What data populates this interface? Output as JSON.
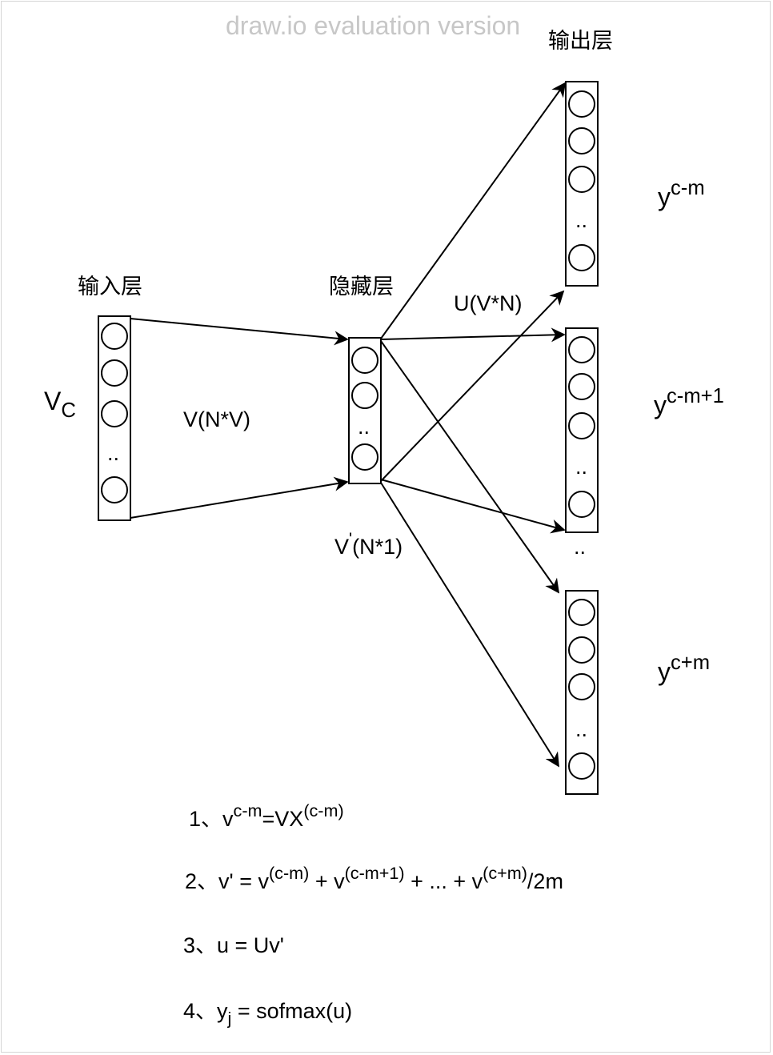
{
  "watermark": "draw.io evaluation version",
  "layers": {
    "input": "输入层",
    "hidden": "隐藏层",
    "output": "输出层"
  },
  "labels": {
    "vc_main": "V",
    "vc_sub": "C",
    "v_matrix": "V(N*V)",
    "u_matrix": "U(V*N)",
    "vprime_main": "V",
    "vprime_sup": "'",
    "vprime_rest": "(N*1)",
    "dots": ".."
  },
  "outputs": [
    {
      "main": "y",
      "sup": "c-m"
    },
    {
      "main": "y",
      "sup": "c-m+1"
    },
    {
      "main": "y",
      "sup": "c+m"
    }
  ],
  "equations": {
    "eq1": {
      "n": "1、",
      "v": "v",
      "s1": "c-m",
      "m": "=VX",
      "s2": "(c-m)"
    },
    "eq2": {
      "n": "2、",
      "a": "v' = v",
      "s1": "(c-m)",
      "b": " + v",
      "s2": "(c-m+1)",
      "c": " + ... + v",
      "s3": "(c+m)",
      "d": "/2m"
    },
    "eq3": {
      "text": "3、u =  Uv'"
    },
    "eq4": {
      "n": "4、",
      "y": "y",
      "sub": "j",
      "rest": " = sofmax(u)"
    }
  }
}
